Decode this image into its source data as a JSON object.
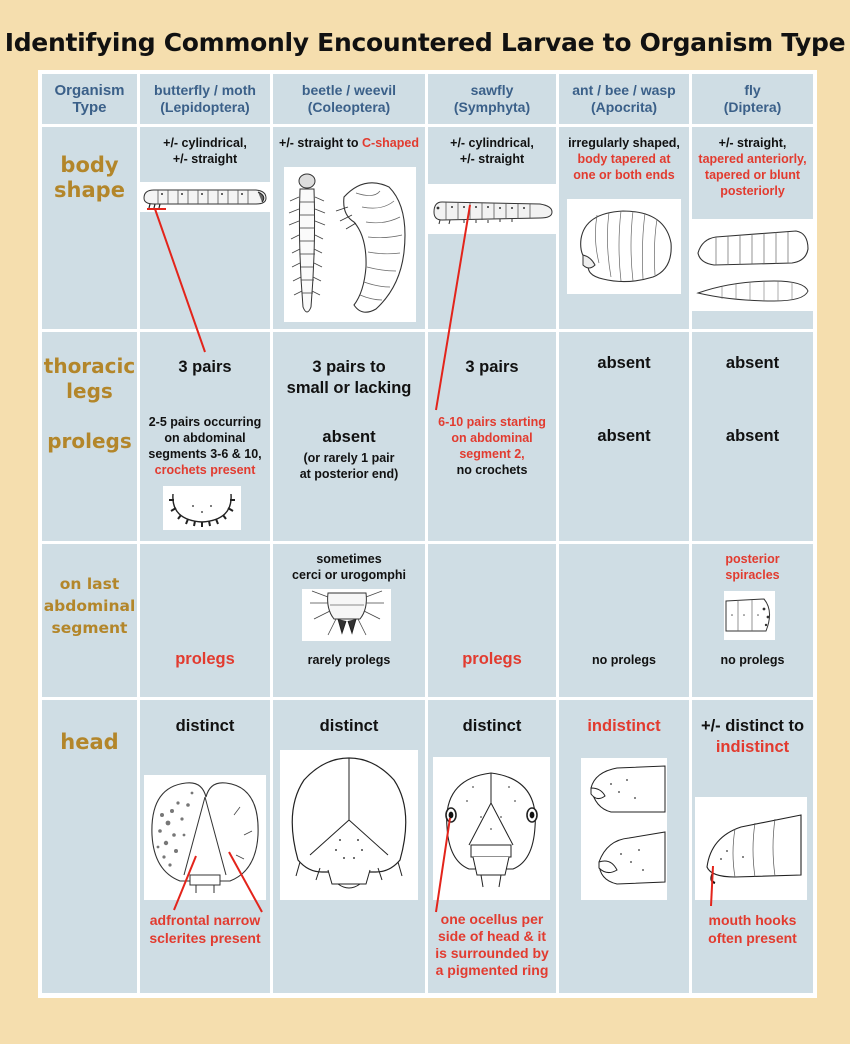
{
  "title": "Identifying Commonly Encountered Larvae to Organism Type",
  "columns": [
    {
      "line1": "Organism",
      "line2": "Type"
    },
    {
      "line1": "butterfly / moth",
      "line2": "(Lepidoptera)"
    },
    {
      "line1": "beetle / weevil",
      "line2": "(Coleoptera)"
    },
    {
      "line1": "sawfly",
      "line2": "(Symphyta)"
    },
    {
      "line1": "ant / bee / wasp",
      "line2": "(Apocrita)"
    },
    {
      "line1": "fly",
      "line2": "(Diptera)"
    }
  ],
  "rows": {
    "body_shape": {
      "label1": "body",
      "label2": "shape",
      "lepidoptera": {
        "line1": "+/- cylindrical,",
        "line2": "+/- straight"
      },
      "coleoptera": {
        "prefix": "+/- straight to ",
        "red": "C-shaped"
      },
      "symphyta": {
        "line1": "+/- cylindrical,",
        "line2": "+/- straight"
      },
      "apocrita": {
        "line1": "irregularly shaped,",
        "red1": "body tapered at",
        "red2": "one or both ends"
      },
      "diptera": {
        "line1": "+/- straight,",
        "red1": "tapered anteriorly,",
        "red2": "tapered or blunt",
        "red3": "posteriorly"
      }
    },
    "legs": {
      "label_thoracic1": "thoracic",
      "label_thoracic2": "legs",
      "label_prolegs": "prolegs",
      "lepidoptera": {
        "thoracic": "3 pairs",
        "pro1": "2-5 pairs occurring",
        "pro2": "on abdominal",
        "pro3": "segments 3-6 & 10,",
        "pro_red": "crochets present"
      },
      "coleoptera": {
        "thoracic1": "3 pairs to",
        "thoracic2": "small or lacking",
        "pro": "absent",
        "pro_note1": "(or rarely 1 pair",
        "pro_note2": "at posterior end)"
      },
      "symphyta": {
        "thoracic": "3 pairs",
        "pro_red1": "6-10 pairs starting",
        "pro_red2": "on abdominal",
        "pro_red3": "segment 2,",
        "pro_black": "no crochets"
      },
      "apocrita": {
        "thoracic": "absent",
        "pro": "absent"
      },
      "diptera": {
        "thoracic": "absent",
        "pro": "absent"
      }
    },
    "last_segment": {
      "label1": "on last",
      "label2": "abdominal",
      "label3": "segment",
      "lepidoptera": {
        "bottom": "prolegs"
      },
      "coleoptera": {
        "top1": "sometimes",
        "top2": "cerci or urogomphi",
        "bottom": "rarely prolegs"
      },
      "symphyta": {
        "bottom": "prolegs"
      },
      "apocrita": {
        "bottom": "no prolegs"
      },
      "diptera": {
        "top1": "posterior",
        "top2": "spiracles",
        "bottom": "no prolegs"
      }
    },
    "head": {
      "label": "head",
      "lepidoptera": {
        "top": "distinct",
        "note1": "adfrontal narrow",
        "note2": "sclerites present"
      },
      "coleoptera": {
        "top": "distinct"
      },
      "symphyta": {
        "top": "distinct",
        "note1": "one ocellus per",
        "note2": "side of head & it",
        "note3": "is surrounded by",
        "note4": "a pigmented ring"
      },
      "apocrita": {
        "top": "indistinct"
      },
      "diptera": {
        "top1": "+/- distinct to",
        "top2": "indistinct",
        "note1": "mouth hooks",
        "note2": "often present"
      }
    }
  },
  "colors": {
    "page_bg": "#f5deae",
    "cell_bg": "#cfdde4",
    "header_text": "#3b6089",
    "row_label_text": "#b3862a",
    "highlight_red": "#e23b2f"
  }
}
